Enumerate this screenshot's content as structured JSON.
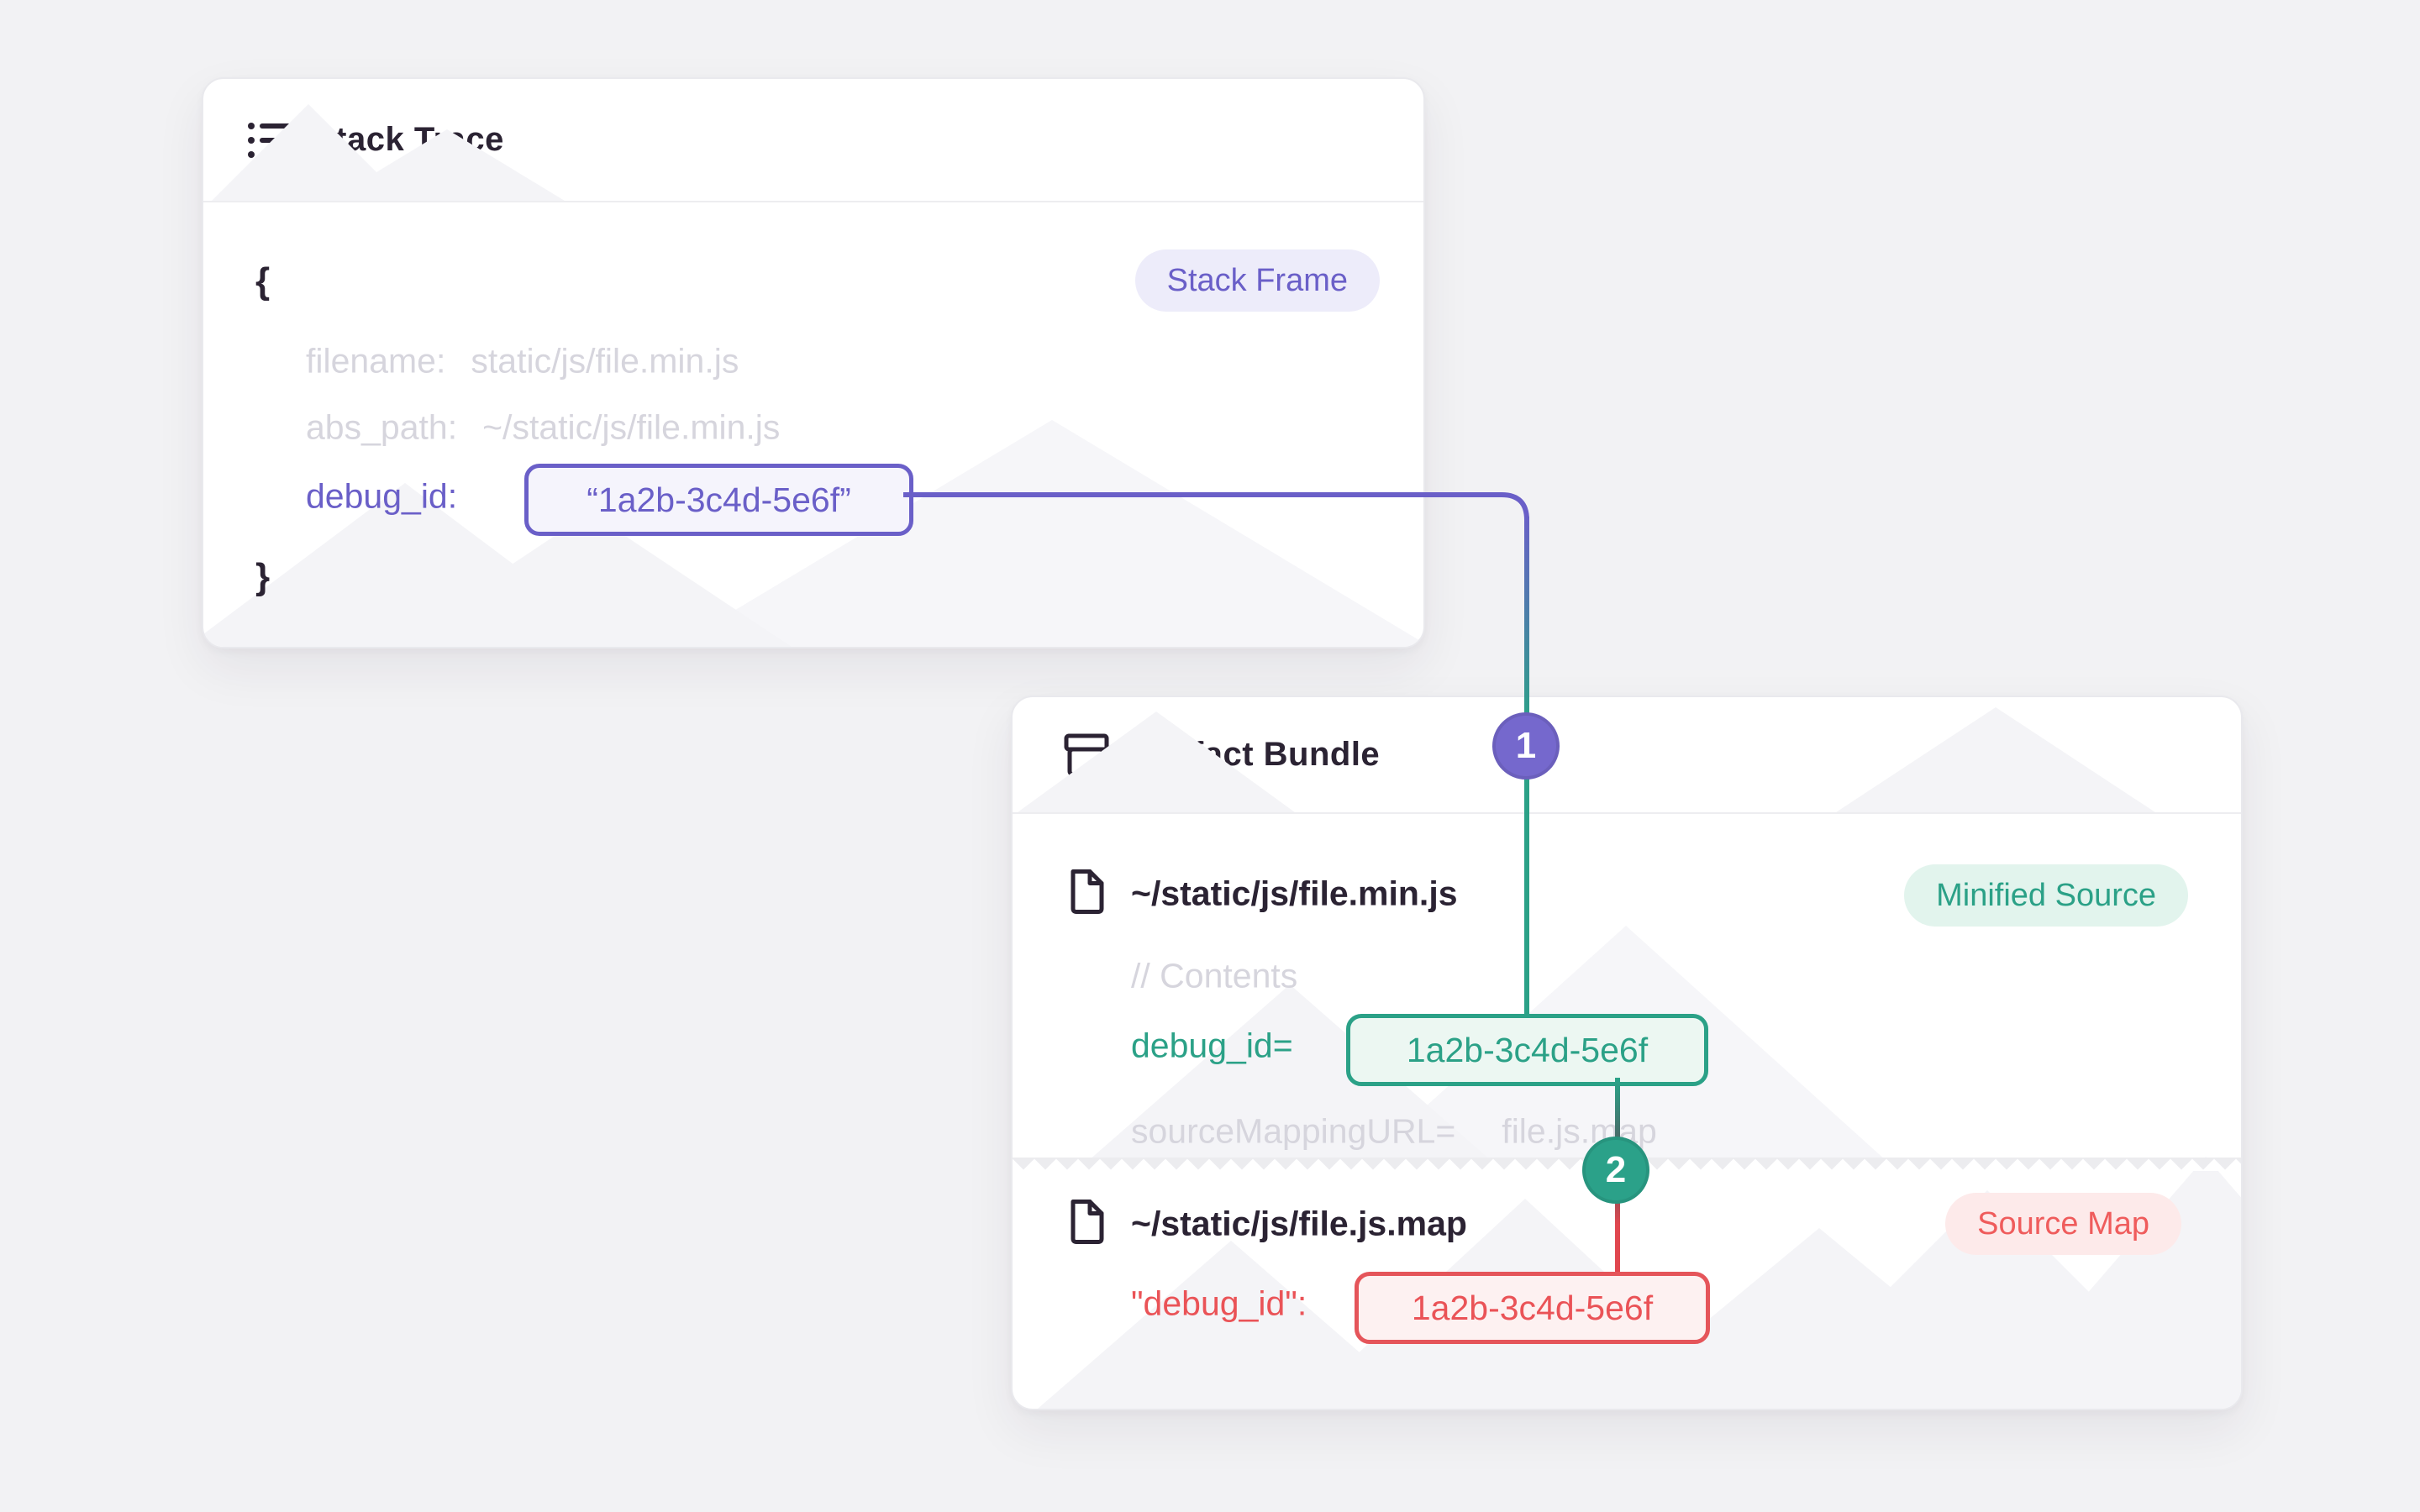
{
  "palette": {
    "page_bg": "#f2f2f4",
    "card_bg": "#ffffff",
    "dark_text": "#2b2333",
    "muted_text": "#d6d5dd",
    "purple": "#6a5fc8",
    "green": "#2ba187",
    "red": "#ea5357",
    "mountain_watermark": "#f4f4f7"
  },
  "stack_trace": {
    "title": "Stack Trace",
    "badge": "Stack Frame",
    "brace_open": "{",
    "brace_close": "}",
    "fields": {
      "filename_key": "filename:",
      "filename_value": "static/js/file.min.js",
      "abs_path_key": "abs_path:",
      "abs_path_value": "~/static/js/file.min.js",
      "debug_id_key": "debug_id:",
      "debug_id_value": "“1a2b-3c4d-5e6f”"
    }
  },
  "artifact_bundle": {
    "title": "Artifact Bundle",
    "minified": {
      "path": "~/static/js/file.min.js",
      "badge": "Minified Source",
      "comment": "// Contents",
      "debug_key": "debug_id=",
      "debug_value": "1a2b-3c4d-5e6f",
      "mapping_key": "sourceMappingURL=",
      "mapping_value": "file.js.map"
    },
    "sourcemap": {
      "path": "~/static/js/file.js.map",
      "badge": "Source Map",
      "debug_key": "\"debug_id\":",
      "debug_value": "1a2b-3c4d-5e6f"
    }
  },
  "connectors": {
    "step1": "1",
    "step2": "2"
  }
}
